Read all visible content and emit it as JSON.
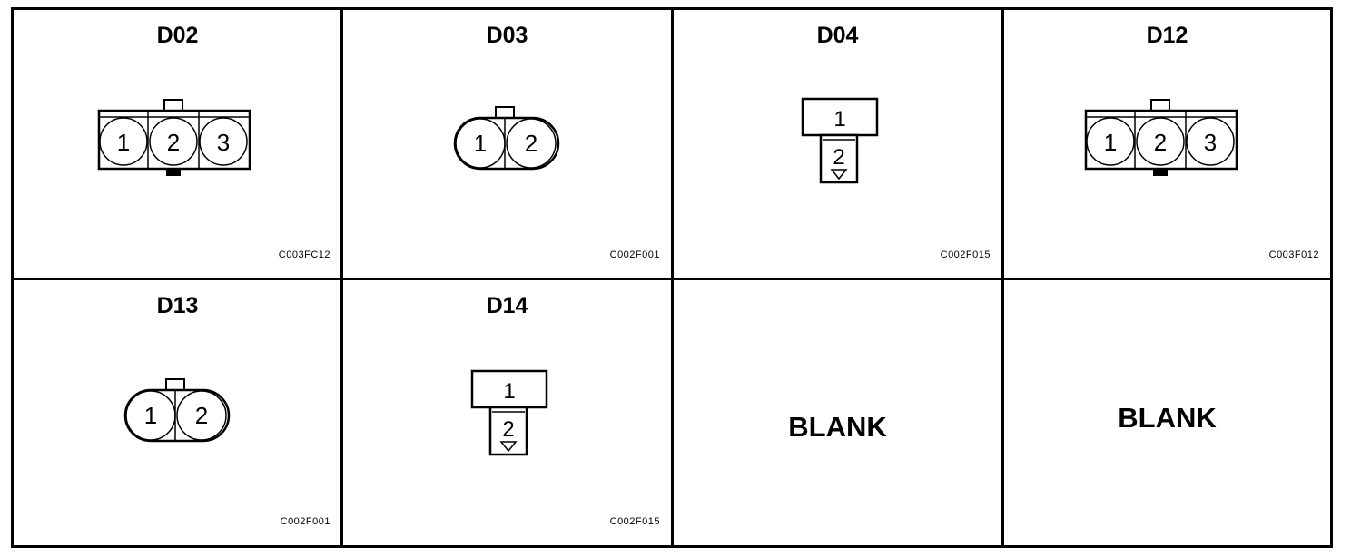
{
  "cells": [
    {
      "title": "D02",
      "code": "C003FC12",
      "pins": [
        "1",
        "2",
        "3"
      ]
    },
    {
      "title": "D03",
      "code": "C002F001",
      "pins": [
        "1",
        "2"
      ]
    },
    {
      "title": "D04",
      "code": "C002F015",
      "pins": [
        "1",
        "2"
      ]
    },
    {
      "title": "D12",
      "code": "C003F012",
      "pins": [
        "1",
        "2",
        "3"
      ]
    },
    {
      "title": "D13",
      "code": "C002F001",
      "pins": [
        "1",
        "2"
      ]
    },
    {
      "title": "D14",
      "code": "C002F015",
      "pins": [
        "1",
        "2"
      ]
    },
    {
      "blank_label": "BLANK"
    },
    {
      "blank_label": "BLANK"
    }
  ]
}
